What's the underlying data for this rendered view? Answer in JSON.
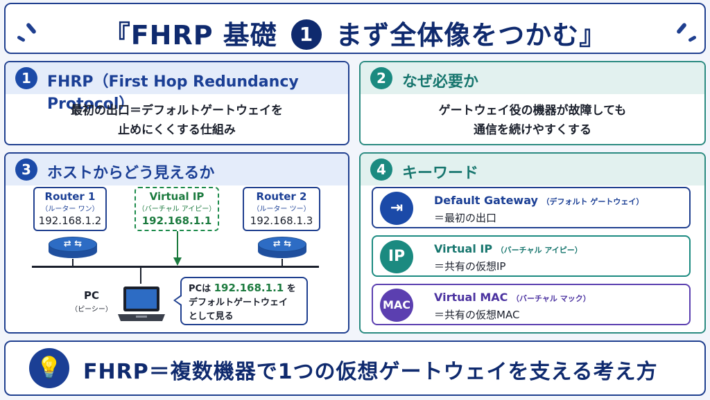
{
  "title": {
    "prefix": "『FHRP 基礎",
    "number": "1",
    "suffix": "まず全体像をつかむ』"
  },
  "sections": {
    "s1": {
      "number": "1",
      "heading": "FHRP（First Hop Redundancy Protocol）",
      "line1": "最初の出口＝デフォルトゲートウェイを",
      "line2": "止めにくくする仕組み"
    },
    "s2": {
      "number": "2",
      "heading": "なぜ必要か",
      "line1": "ゲートウェイ役の機器が故障しても",
      "line2": "通信を続けやすくする"
    },
    "s3": {
      "number": "3",
      "heading": "ホストからどう見えるか",
      "router1": {
        "name": "Router 1",
        "reading": "（ルーター ワン）",
        "ip": "192.168.1.2"
      },
      "virtual": {
        "name": "Virtual IP",
        "reading": "（バーチャル アイピー）",
        "ip": "192.168.1.1"
      },
      "router2": {
        "name": "Router 2",
        "reading": "（ルーター ツー）",
        "ip": "192.168.1.3"
      },
      "pc": {
        "name": "PC",
        "reading": "（ピーシー）"
      },
      "bubble": {
        "pre": "PCは ",
        "ip": "192.168.1.1",
        "post": " を",
        "line2": "デフォルトゲートウェイ",
        "line3": "として見る"
      }
    },
    "s4": {
      "number": "4",
      "heading": "キーワード",
      "keywords": [
        {
          "icon": "exit-arrow-icon",
          "icon_text": "⇥",
          "term": "Default Gateway",
          "reading": "（デフォルト ゲートウェイ）",
          "definition": "＝最初の出口"
        },
        {
          "icon": "ip-icon",
          "icon_text": "IP",
          "term": "Virtual IP",
          "reading": "（バーチャル アイピー）",
          "definition": "＝共有の仮想IP"
        },
        {
          "icon": "mac-icon",
          "icon_text": "MAC",
          "term": "Virtual MAC",
          "reading": "（バーチャル マック）",
          "definition": "＝共有の仮想MAC"
        }
      ]
    }
  },
  "summary": {
    "icon": "lightbulb-icon",
    "text": "FHRP＝複数機器で1つの仮想ゲートウェイを支える考え方"
  },
  "colors": {
    "navy": "#0f2a6e",
    "blue": "#1b4aa8",
    "teal": "#1b8a80",
    "green": "#1b7a3e",
    "purple": "#5b3fb0"
  }
}
